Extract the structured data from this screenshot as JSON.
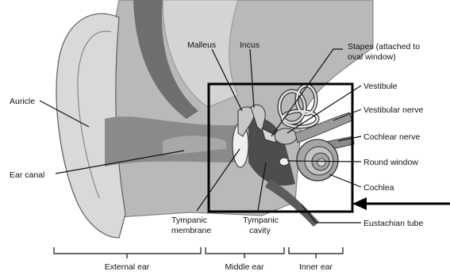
{
  "labels": {
    "auricle": "Auricle",
    "ear_canal": "Ear canal",
    "malleus": "Malleus",
    "incus": "Incus",
    "stapes_line1": "Stapes (attached to",
    "stapes_line2": "oval window)",
    "vestibule": "Vestibule",
    "vestibular_nerve": "Vestibular nerve",
    "cochlear_nerve": "Cochlear nerve",
    "round_window": "Round window",
    "cochlea": "Cochlea",
    "eustachian_tube": "Eustachian tube",
    "tympanic_membrane_line1": "Tympanic",
    "tympanic_membrane_line2": "membrane",
    "tympanic_cavity_line1": "Tympanic",
    "tympanic_cavity_line2": "cavity"
  },
  "regions": {
    "external_ear": "External ear",
    "middle_ear": "Middle ear",
    "inner_ear": "Inner ear"
  }
}
